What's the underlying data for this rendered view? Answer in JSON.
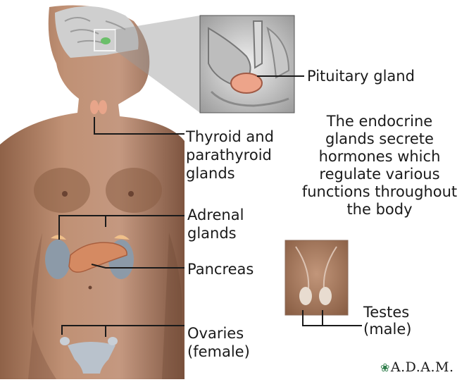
{
  "labels": {
    "pituitary": "Pituitary gland",
    "thyroid": [
      "Thyroid and",
      "parathyroid",
      "glands"
    ],
    "adrenal": [
      "Adrenal",
      "glands"
    ],
    "pancreas": "Pancreas",
    "ovaries": [
      "Ovaries",
      "(female)"
    ],
    "testes": [
      "Testes",
      "(male)"
    ]
  },
  "description": [
    "The endocrine",
    "glands secrete",
    "hormones which",
    "regulate various",
    "functions throughout",
    "the body"
  ],
  "logo": {
    "text": "A.D.A.M.",
    "icon": "leaf-icon"
  },
  "colors": {
    "skin": "#b98a6a",
    "skin_shadow": "#8a5e44",
    "gland": "#e8a58a",
    "brain": "#d8d8d8",
    "line": "#1a1a1a"
  }
}
